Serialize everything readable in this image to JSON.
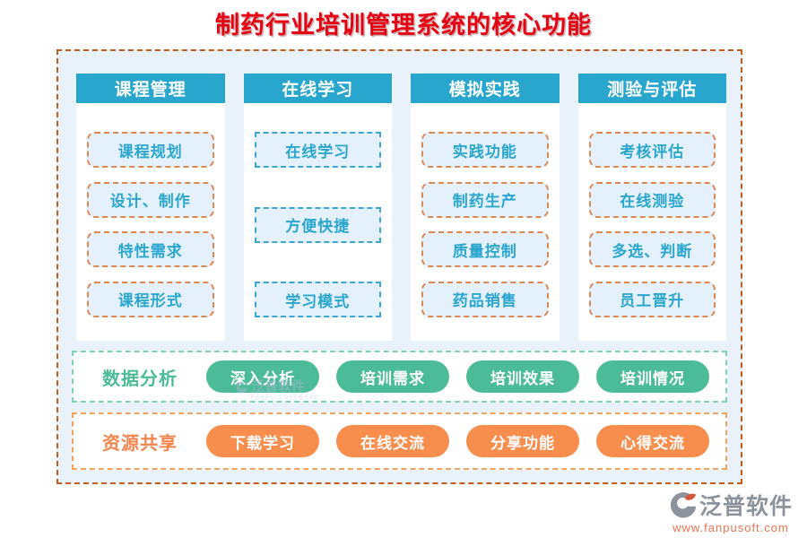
{
  "title": "制药行业培训管理系统的核心功能",
  "columns": [
    {
      "header": "课程管理",
      "accent": "orange",
      "items": [
        "课程规划",
        "设计、制作",
        "特性需求",
        "课程形式"
      ]
    },
    {
      "header": "在线学习",
      "accent": "blue",
      "items": [
        "在线学习",
        "方便快捷",
        "学习模式"
      ]
    },
    {
      "header": "模拟实践",
      "accent": "orange",
      "items": [
        "实践功能",
        "制药生产",
        "质量控制",
        "药品销售"
      ]
    },
    {
      "header": "测验与评估",
      "accent": "orange",
      "items": [
        "考核评估",
        "在线测验",
        "多选、判断",
        "员工晋升"
      ]
    }
  ],
  "bottom_rows": [
    {
      "label": "数据分析",
      "theme": "green",
      "pills": [
        "深入分析",
        "培训需求",
        "培训效果",
        "培训情况"
      ]
    },
    {
      "label": "资源共享",
      "theme": "orange",
      "pills": [
        "下载学习",
        "在线交流",
        "分享功能",
        "心得交流"
      ]
    }
  ],
  "watermark": {
    "text": "泛普软件",
    "subtext": "FANPU SOFTWARE"
  },
  "footer": {
    "brand": "泛普软件",
    "url": "www.fanpusoft.com"
  },
  "colors": {
    "title-red": "#e60012",
    "outer-border": "#c25c1d",
    "panel-bg": "#e9f1fa",
    "header-bg": "#29a6cd",
    "box-bg": "#e4f0fb",
    "box-text": "#2ba6ce",
    "box-border-orange": "#dc8850",
    "box-border-blue": "#3ba5d9",
    "pill-green": "#4cbb97",
    "row-border-green": "#7fd1b5",
    "label-green": "#4cbb97",
    "pill-orange": "#f78e4e",
    "row-border-orange": "#f1a25c",
    "label-orange": "#f5854e",
    "footer-text": "#8c939d",
    "footer-url": "#e97450"
  }
}
